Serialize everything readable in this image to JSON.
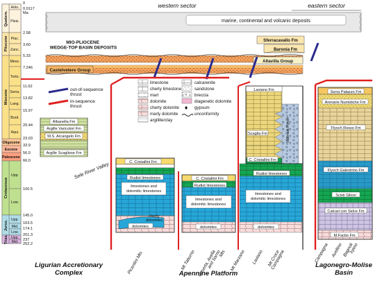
{
  "sectors": {
    "west": "western sector",
    "east": "eastern sector"
  },
  "chrono": {
    "era_labels": [
      "Quatern.",
      "Pliocene",
      "Miocene",
      "Oligocene",
      "Eocene",
      "Paleocene",
      "Cretaceous",
      "Jurss.",
      "Trias."
    ],
    "stage_labels": [
      "Holo.",
      "Pleis.",
      "Piac.",
      "Zanc.",
      "Mess.",
      "Torto.",
      "Serra.",
      "Lang.",
      "Burd.",
      "Aqui.",
      "Upp.",
      "Low.",
      "Upp.",
      "Mid.",
      "Low.",
      "Upp.",
      "Mid."
    ],
    "ages": [
      "0",
      "0.0117",
      "Ma",
      "2.58",
      "3.60",
      "5.33",
      "7.246",
      "11.62",
      "13.82",
      "15.97",
      "20.44",
      "23.03",
      "33.9",
      "56.0",
      "66.0",
      "100.5",
      "145.0",
      "163.5",
      "174.1",
      "201.3",
      "237",
      "252.2"
    ]
  },
  "top_units": {
    "marine": "marine, continental and volcanic deposits",
    "wedge_top": "MIO-PLIOCENE WEDGE-TOP BASIN DEPOSITS",
    "castelvetere": "Castelvetere Group",
    "sferracavallo": "Sferracavallo Fm",
    "baronia": "Baronia Fm",
    "altavilla": "Altavilla Group"
  },
  "legend": {
    "out_of_sequence": "out-of-sequence thrust",
    "in_sequence": "in-sequence thrust",
    "items_left": [
      "limestone",
      "cherty limestone",
      "marl",
      "dolomite",
      "cherty dolomite",
      "marly dolomite",
      "argillite/clay"
    ],
    "items_right": [
      "calcarenite",
      "sandstone",
      "breccia",
      "diagenetic dolomite",
      "gypsum",
      "unconformity"
    ]
  },
  "ligurian": {
    "units": [
      "Albanella Fm",
      "Argille Varicolori Fm",
      "M.S. Arcangelo Fm",
      "Argille Scagliose Fm"
    ],
    "valley": "Sele River Valley",
    "title": "Ligurian Accretionary Complex"
  },
  "apennine": {
    "cristallini": "C. Cristallini Fm",
    "rudist": "Rudist limestones",
    "dol_limestones": "limestones and dolomitic limestones",
    "dolomites": "dolomites",
    "cherty": "cherty dolomites",
    "title": "Apennine Platform",
    "laviano": "Laviano Fm",
    "scaglia": "Scaglia Fm",
    "vallimala": "Vallimala Flysch",
    "sections": [
      "Picentini Mts",
      "Mt Taburno",
      "Caserta, Avella and Sarno Mts",
      "Mt Marzano",
      "Laviano",
      "Mt Croce Campagna"
    ]
  },
  "lagonegro": {
    "units": [
      "Serra Palazzo Fm",
      "Arenarie Numidiche Fm",
      "Flysch Rosso Fm",
      "Flysch Galestrino Fm",
      "Scisti Silicei",
      "Calcari con Selce Fm",
      "M.Facito Fm"
    ],
    "sections": [
      "Campagna",
      "Avellino",
      "Bagnoli Irpino"
    ],
    "title": "Lagonegro-Molise Basin"
  }
}
